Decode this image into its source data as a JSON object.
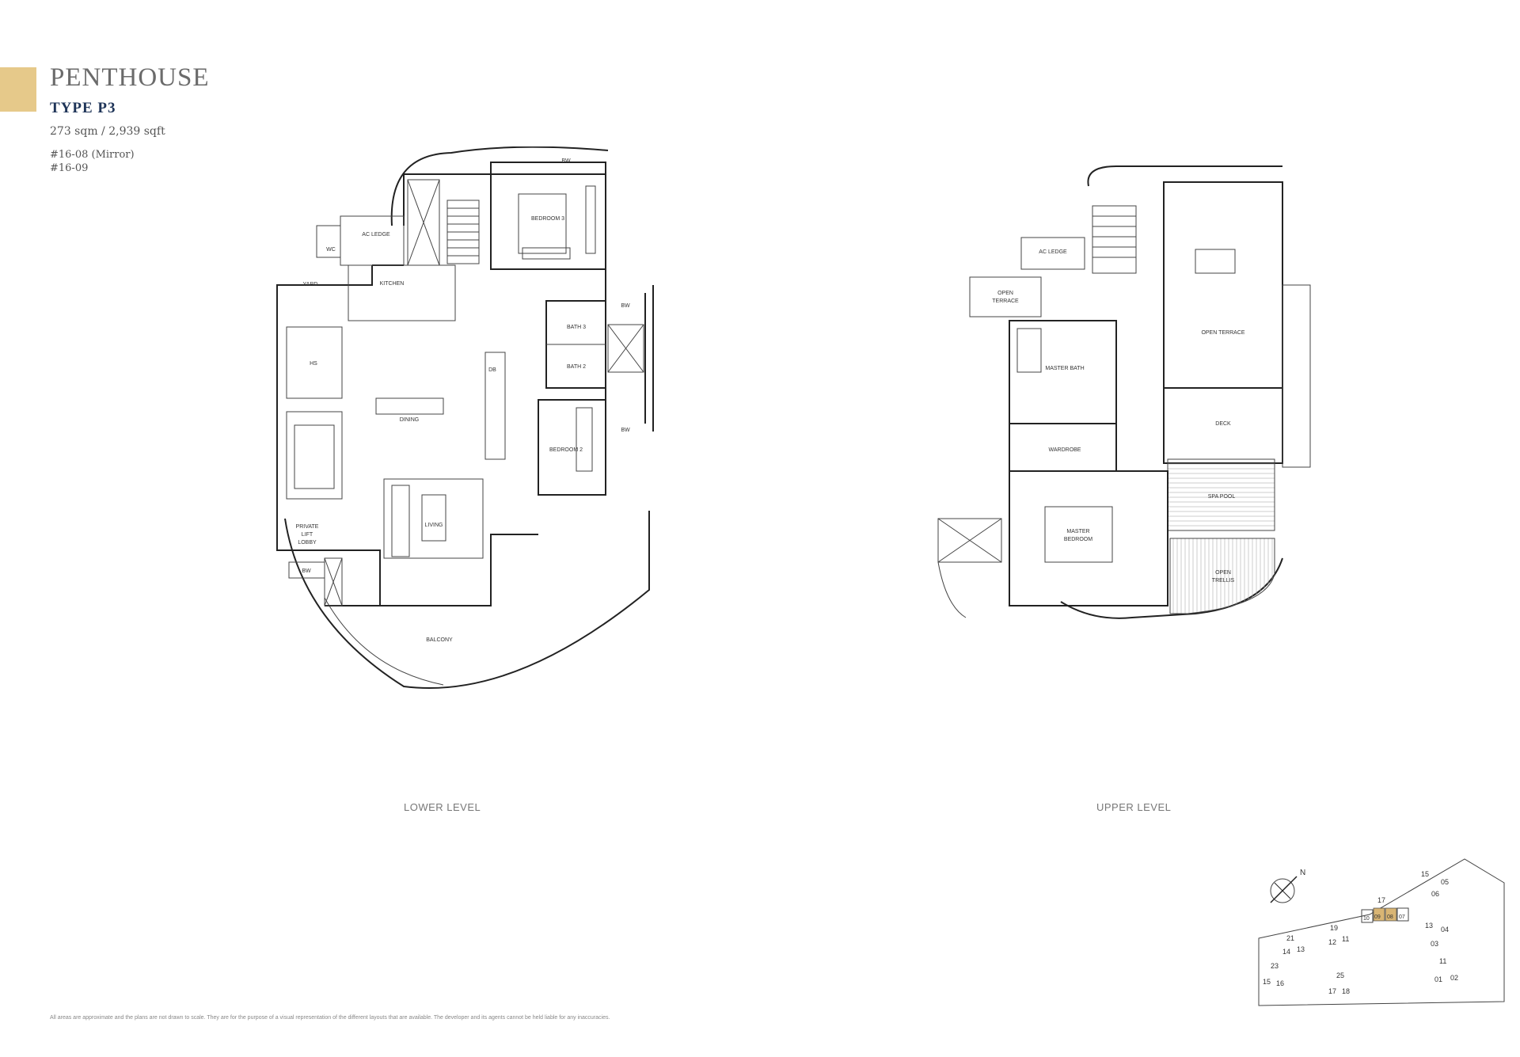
{
  "header": {
    "title": "PENTHOUSE",
    "type": "TYPE P3",
    "area": "273 sqm / 2,939 sqft",
    "units": [
      "#16-08 (Mirror)",
      "#16-09"
    ],
    "accent_color": "#e6c98a",
    "type_color": "#1e3458"
  },
  "lower_level": {
    "label": "LOWER LEVEL",
    "rooms": {
      "bw_top": "BW",
      "bedroom3": "BEDROOM 3",
      "ac_ledge": "AC LEDGE",
      "wc": "WC",
      "yard": "YARD",
      "kitchen": "KITCHEN",
      "bath3": "BATH 3",
      "bw_right": "BW",
      "db": "DB",
      "bath2": "BATH 2",
      "hs": "HS",
      "dining": "DINING",
      "bw_right2": "BW",
      "bedroom2": "BEDROOM 2",
      "living": "LIVING",
      "private_lift_lobby_1": "PRIVATE",
      "private_lift_lobby_2": "LIFT",
      "private_lift_lobby_3": "LOBBY",
      "bw_bottom": "BW",
      "balcony": "BALCONY"
    }
  },
  "upper_level": {
    "label": "UPPER LEVEL",
    "rooms": {
      "ac_ledge": "AC LEDGE",
      "open_terrace_1": "OPEN",
      "open_terrace_2": "TERRACE",
      "master_bath": "MASTER BATH",
      "open_terrace": "OPEN TERRACE",
      "deck": "DECK",
      "wardrobe": "WARDROBE",
      "spa_pool": "SPA POOL",
      "master_bedroom_1": "MASTER",
      "master_bedroom_2": "BEDROOM",
      "open_trellis_1": "OPEN",
      "open_trellis_2": "TRELLIS"
    }
  },
  "site_plan": {
    "north": "N",
    "blocks": [
      "15",
      "05",
      "06",
      "17",
      "09",
      "08",
      "07",
      "10",
      "13",
      "04",
      "03",
      "19",
      "12",
      "11",
      "21",
      "14",
      "13",
      "23",
      "15",
      "16",
      "25",
      "17",
      "18",
      "11",
      "01",
      "02"
    ],
    "highlight_color": "#d9b574"
  },
  "disclaimer": "All areas are approximate and the plans are not drawn to scale. They are for the purpose of a visual representation of the different layouts that are available. The developer and its agents cannot be held liable for any inaccuracies."
}
